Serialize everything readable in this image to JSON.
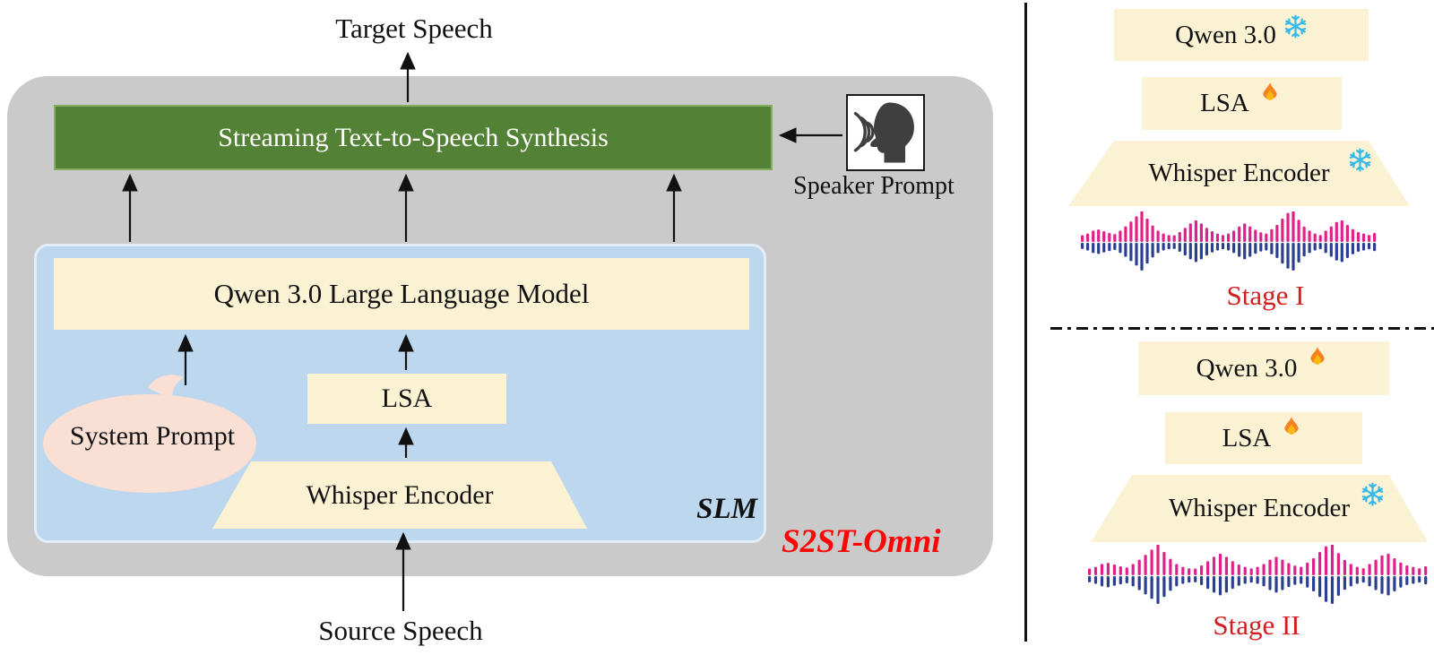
{
  "left": {
    "target_speech": "Target Speech",
    "source_speech": "Source Speech",
    "tts": "Streaming Text-to-Speech Synthesis",
    "speaker_prompt": "Speaker Prompt",
    "qwen": "Qwen 3.0 Large Language Model",
    "lsa": "LSA",
    "whisper": "Whisper Encoder",
    "system_prompt": "System Prompt",
    "slm": "SLM",
    "brand": "S2ST-Omni"
  },
  "right": {
    "stages": [
      {
        "label": "Stage I",
        "rows": [
          {
            "label": "Qwen 3.0",
            "state": "frozen",
            "icon": "snowflake-icon"
          },
          {
            "label": "LSA",
            "state": "trainable",
            "icon": "flame-icon"
          },
          {
            "label": "Whisper Encoder",
            "state": "frozen",
            "icon": "snowflake-icon"
          }
        ]
      },
      {
        "label": "Stage II",
        "rows": [
          {
            "label": "Qwen 3.0",
            "state": "trainable",
            "icon": "flame-icon"
          },
          {
            "label": "LSA",
            "state": "trainable",
            "icon": "flame-icon"
          },
          {
            "label": "Whisper Encoder",
            "state": "frozen",
            "icon": "snowflake-icon"
          }
        ]
      }
    ]
  },
  "icons": {
    "speaker": "speaking-head-icon",
    "frozen": "snowflake-icon",
    "trainable": "flame-icon"
  },
  "colors": {
    "outer_box": "#cacaca",
    "slm_box": "#bdd7ee",
    "component_box": "#fbf2d4",
    "tts_bar": "#538135",
    "system_bubble": "#f9dfd4",
    "brand_red": "#ff0505",
    "stage_red": "#d01f1f",
    "wave_top": "#e0218a",
    "wave_bottom": "#2b3f90",
    "snowflake": "#35b8e8",
    "flame": "#f58220"
  },
  "waveform": {
    "amplitudes": [
      0.14,
      0.2,
      0.3,
      0.34,
      0.28,
      0.22,
      0.18,
      0.3,
      0.45,
      0.62,
      0.8,
      1.0,
      0.72,
      0.48,
      0.3,
      0.2,
      0.15,
      0.14,
      0.25,
      0.4,
      0.55,
      0.66,
      0.55,
      0.4,
      0.28,
      0.2,
      0.15,
      0.2,
      0.3,
      0.45,
      0.55,
      0.45,
      0.33,
      0.24,
      0.2,
      0.35,
      0.5,
      0.72,
      0.92,
      1.0,
      0.68,
      0.44,
      0.3,
      0.2,
      0.15,
      0.3,
      0.45,
      0.6,
      0.66,
      0.5,
      0.35,
      0.25,
      0.2,
      0.15,
      0.22
    ]
  }
}
